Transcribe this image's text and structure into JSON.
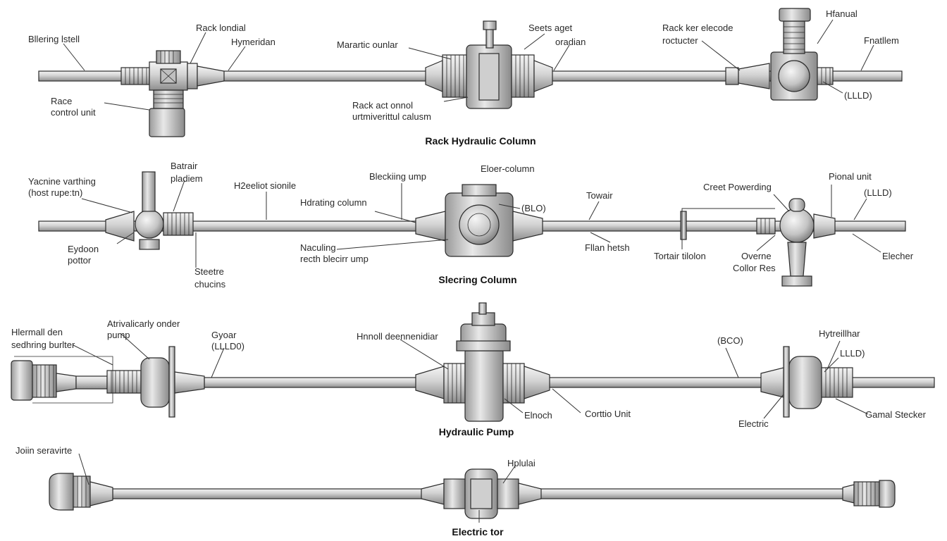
{
  "rows": [
    {
      "title": "Rack Hydraulic Column",
      "labels": [
        {
          "id": "r1-l1",
          "text": "Bllering lstell"
        },
        {
          "id": "r1-l2",
          "text": "Rack londial"
        },
        {
          "id": "r1-l3",
          "text": "Hymeridan"
        },
        {
          "id": "r1-l4",
          "text": "Race"
        },
        {
          "id": "r1-l5",
          "text": "control unit"
        },
        {
          "id": "r1-l6",
          "text": "Marartic ounlar"
        },
        {
          "id": "r1-l7",
          "text": "Seets aget"
        },
        {
          "id": "r1-l8",
          "text": "oradian"
        },
        {
          "id": "r1-l9",
          "text": "Rack act onnol"
        },
        {
          "id": "r1-l10",
          "text": "urtmiverittul calusm"
        },
        {
          "id": "r1-l11",
          "text": "Rack ker elecode"
        },
        {
          "id": "r1-l12",
          "text": "roctucter"
        },
        {
          "id": "r1-l13",
          "text": "Hfanual"
        },
        {
          "id": "r1-l14",
          "text": "Fnatllem"
        },
        {
          "id": "r1-l15",
          "text": "(LLLD)"
        }
      ]
    },
    {
      "title": "Slecring Column",
      "labels": [
        {
          "id": "r2-l1",
          "text": "Yacnine varthing"
        },
        {
          "id": "r2-l2",
          "text": "(host rupe:tn)"
        },
        {
          "id": "r2-l3",
          "text": "Batrair"
        },
        {
          "id": "r2-l4",
          "text": "pladiem"
        },
        {
          "id": "r2-l5",
          "text": "H2eeliot sionile"
        },
        {
          "id": "r2-l6",
          "text": "Bleckiing ump"
        },
        {
          "id": "r2-l7",
          "text": "Eloer-column"
        },
        {
          "id": "r2-l8",
          "text": "Hdrating column"
        },
        {
          "id": "r2-l9",
          "text": "(BLO)"
        },
        {
          "id": "r2-l10",
          "text": "Towair"
        },
        {
          "id": "r2-l11",
          "text": "Creet Powerding"
        },
        {
          "id": "r2-l12",
          "text": "Pional unit"
        },
        {
          "id": "r2-l13",
          "text": "(LLLD)"
        },
        {
          "id": "r2-l14",
          "text": "Eydoon"
        },
        {
          "id": "r2-l15",
          "text": "pottor"
        },
        {
          "id": "r2-l16",
          "text": "Steetre"
        },
        {
          "id": "r2-l17",
          "text": "chucins"
        },
        {
          "id": "r2-l18",
          "text": "Naculing"
        },
        {
          "id": "r2-l19",
          "text": "recth blecirr ump"
        },
        {
          "id": "r2-l20",
          "text": "Fllan hetsh"
        },
        {
          "id": "r2-l21",
          "text": "Tortair tilolon"
        },
        {
          "id": "r2-l22",
          "text": "Overne"
        },
        {
          "id": "r2-l23",
          "text": "Collor Res"
        },
        {
          "id": "r2-l24",
          "text": "Elecher"
        }
      ]
    },
    {
      "title": "Hydraulic Pump",
      "labels": [
        {
          "id": "r3-l1",
          "text": "Hlermall den"
        },
        {
          "id": "r3-l2",
          "text": "sedhring burlter"
        },
        {
          "id": "r3-l3",
          "text": "Atrivalicarly onder"
        },
        {
          "id": "r3-l4",
          "text": "pump"
        },
        {
          "id": "r3-l5",
          "text": "Gyoar"
        },
        {
          "id": "r3-l6",
          "text": "(LLLD0)"
        },
        {
          "id": "r3-l7",
          "text": "Hnnoll deennenidiar"
        },
        {
          "id": "r3-l8",
          "text": "(BCO)"
        },
        {
          "id": "r3-l9",
          "text": "Hytreillhar"
        },
        {
          "id": "r3-l10",
          "text": "LLLD)"
        },
        {
          "id": "r3-l11",
          "text": "Elnoch"
        },
        {
          "id": "r3-l12",
          "text": "Corttio Unit"
        },
        {
          "id": "r3-l13",
          "text": "Electric"
        },
        {
          "id": "r3-l14",
          "text": "Gamal Stecker"
        }
      ]
    },
    {
      "title": "Electric tor",
      "labels": [
        {
          "id": "r4-l1",
          "text": "Joiin seravirte"
        },
        {
          "id": "r4-l2",
          "text": "Hplulai"
        }
      ]
    }
  ]
}
